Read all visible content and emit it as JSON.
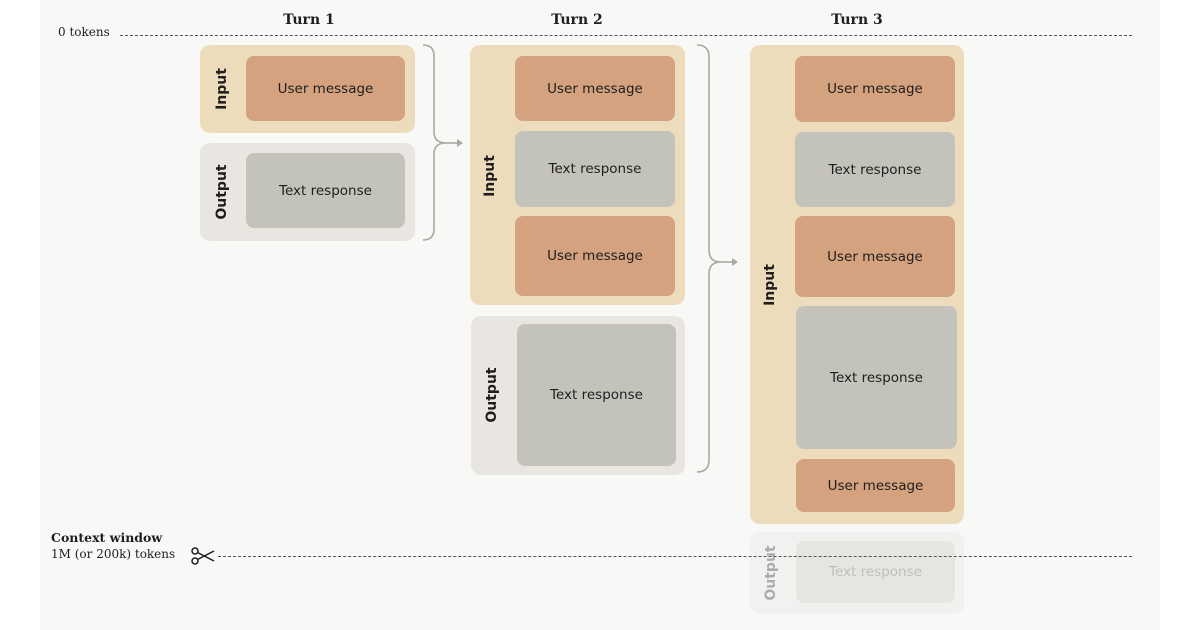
{
  "tokens_top_label": "0 tokens",
  "context_window": {
    "title": "Context window",
    "subtitle": "1M (or 200k) tokens"
  },
  "turns": [
    {
      "title": "Turn 1",
      "input_label": "Input",
      "output_label": "Output",
      "input_messages": [
        "User message"
      ],
      "output_messages": [
        "Text response"
      ]
    },
    {
      "title": "Turn 2",
      "input_label": "Input",
      "output_label": "Output",
      "input_messages": [
        "User message",
        "Text response",
        "User message"
      ],
      "output_messages": [
        "Text response"
      ]
    },
    {
      "title": "Turn 3",
      "input_label": "Input",
      "output_label": "Output",
      "input_messages": [
        "User message",
        "Text response",
        "User message",
        "Text response",
        "User message"
      ],
      "output_messages": [
        "Text response"
      ]
    }
  ],
  "colors": {
    "input_panel": "#ecdcbb",
    "output_panel": "#e9e6e1",
    "user_message": "#d4a27f",
    "text_response": "#c4c3bb",
    "background": "#f8f8f7"
  },
  "icons": [
    "scissors-icon",
    "brace-icon",
    "arrow-right-icon"
  ]
}
